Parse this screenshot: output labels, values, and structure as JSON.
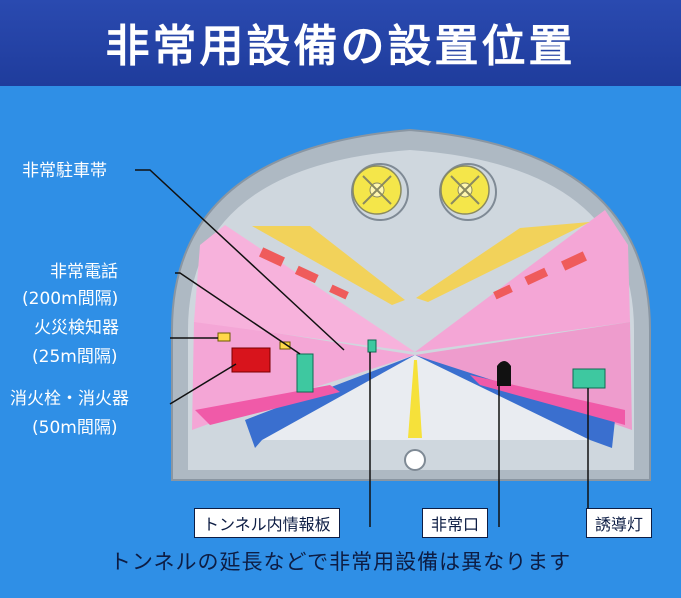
{
  "title": "非常用設備の設置位置",
  "labels": {
    "emergency_parking": "非常駐車帯",
    "emergency_phone": "非常電話",
    "emergency_phone_interval": "(200m間隔)",
    "fire_detector": "火災検知器",
    "fire_detector_interval": "(25m間隔)",
    "hydrant": "消火栓・消火器",
    "hydrant_interval": "(50m間隔)",
    "info_board": "トンネル内情報板",
    "emergency_exit": "非常口",
    "guide_light": "誘導灯"
  },
  "footer": "トンネルの延長などで非常用設備は異なります",
  "colors": {
    "background": "#2f8fe6",
    "title_bar": "#2a4ab0",
    "tunnel_wall": "#f4a6d6",
    "tunnel_liner": "#b9c3cc",
    "road": "#e9ecf1",
    "ceiling_strip": "#f2d25a",
    "hydrant_box": "#d8141c",
    "phone_box": "#3ec8a0",
    "fan": "#f4e64a"
  }
}
